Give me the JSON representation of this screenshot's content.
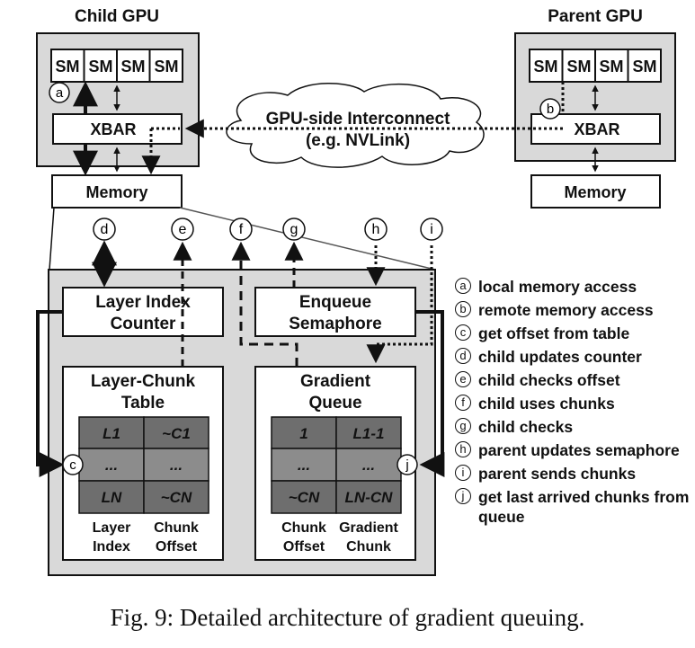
{
  "child_gpu": {
    "title": "Child GPU",
    "sm_labels": [
      "SM",
      "SM",
      "SM",
      "SM"
    ],
    "xbar": "XBAR",
    "memory": "Memory"
  },
  "parent_gpu": {
    "title": "Parent GPU",
    "sm_labels": [
      "SM",
      "SM",
      "SM",
      "SM"
    ],
    "xbar": "XBAR",
    "memory": "Memory"
  },
  "interconnect": {
    "line1": "GPU-side Interconnect",
    "line2": "(e.g. NVLink)"
  },
  "markers": {
    "a": "a",
    "b": "b",
    "c": "c",
    "d": "d",
    "e": "e",
    "f": "f",
    "g": "g",
    "h": "h",
    "i": "i",
    "j": "j"
  },
  "layer_index_counter": {
    "line1": "Layer Index",
    "line2": "Counter"
  },
  "enqueue_semaphore": {
    "line1": "Enqueue",
    "line2": "Semaphore"
  },
  "layer_chunk_table": {
    "title_line1": "Layer-Chunk",
    "title_line2": "Table",
    "cells": [
      [
        "L1",
        "~C1"
      ],
      [
        "...",
        "..."
      ],
      [
        "LN",
        "~CN"
      ]
    ],
    "col_labels": [
      [
        "Layer",
        "Index"
      ],
      [
        "Chunk",
        "Offset"
      ]
    ]
  },
  "gradient_queue": {
    "title_line1": "Gradient",
    "title_line2": "Queue",
    "cells": [
      [
        "1",
        "L1-1"
      ],
      [
        "...",
        "..."
      ],
      [
        "~CN",
        "LN-CN"
      ]
    ],
    "col_labels": [
      [
        "Chunk",
        "Offset"
      ],
      [
        "Gradient",
        "Chunk"
      ]
    ]
  },
  "legend": [
    {
      "marker": "a",
      "text": "local memory access"
    },
    {
      "marker": "b",
      "text": "remote memory access"
    },
    {
      "marker": "c",
      "text": "get offset from table"
    },
    {
      "marker": "d",
      "text": "child updates counter"
    },
    {
      "marker": "e",
      "text": "child checks offset"
    },
    {
      "marker": "f",
      "text": "child uses chunks"
    },
    {
      "marker": "g",
      "text": "child checks"
    },
    {
      "marker": "h",
      "text": "parent updates semaphore"
    },
    {
      "marker": "i",
      "text": "parent sends chunks"
    },
    {
      "marker": "j",
      "text": "get last arrived chunks from queue"
    }
  ],
  "caption": "Fig. 9: Detailed architecture of gradient queuing.",
  "colors": {
    "panel_gray": "#d9d9d9",
    "cell_dark": "#6e6e6e",
    "cell_mid": "#8c8c8c",
    "line": "#111111"
  }
}
